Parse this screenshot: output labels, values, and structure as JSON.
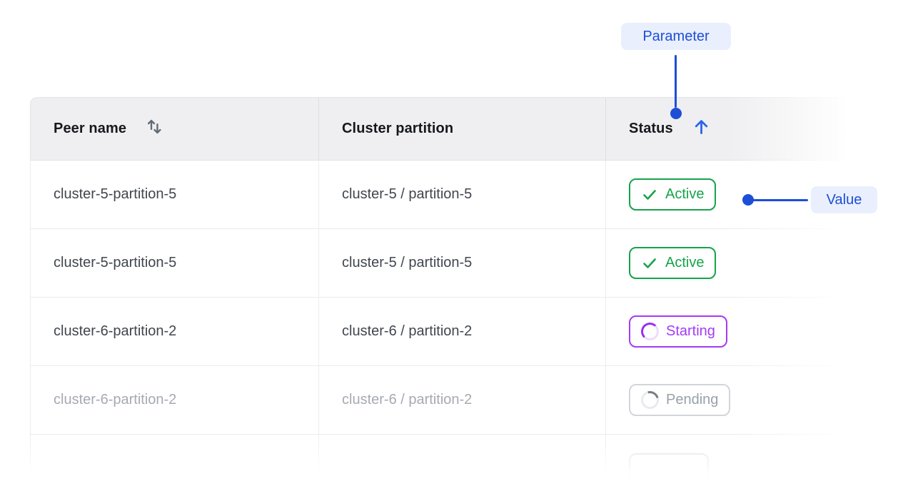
{
  "palette": {
    "accent_blue": "#1d4ed8",
    "annotation_bg": "#e9effc",
    "active_green": "#16a34a",
    "starting_purple": "#a43bf5",
    "pending_gray": "#9aa0a9",
    "header_bg": "#efeff1"
  },
  "annotations": {
    "parameter": {
      "label": "Parameter",
      "points_to": "status-column-header"
    },
    "value": {
      "label": "Value",
      "points_to": "first-active-status-badge"
    }
  },
  "table": {
    "columns": [
      {
        "label": "Peer name",
        "sort_state": "sortable",
        "icon": "sort-updown-icon"
      },
      {
        "label": "Cluster partition",
        "sort_state": "none",
        "icon": ""
      },
      {
        "label": "Status",
        "sort_state": "ascending",
        "icon": "arrow-up-icon"
      }
    ],
    "rows": [
      {
        "peer_name": "cluster-5-partition-5",
        "cluster_partition": "cluster-5 / partition-5",
        "status": "Active",
        "status_kind": "active",
        "status_icon": "check-icon",
        "faded": false
      },
      {
        "peer_name": "cluster-5-partition-5",
        "cluster_partition": "cluster-5 / partition-5",
        "status": "Active",
        "status_kind": "active",
        "status_icon": "check-icon",
        "faded": false
      },
      {
        "peer_name": "cluster-6-partition-2",
        "cluster_partition": "cluster-6 / partition-2",
        "status": "Starting",
        "status_kind": "starting",
        "status_icon": "spinner-icon",
        "faded": false
      },
      {
        "peer_name": "cluster-6-partition-2",
        "cluster_partition": "cluster-6 / partition-2",
        "status": "Pending",
        "status_kind": "pending",
        "status_icon": "spinner-icon",
        "faded": true
      },
      {
        "peer_name": "",
        "cluster_partition": "",
        "status": "",
        "status_kind": "partial",
        "status_icon": "",
        "faded": true
      }
    ]
  }
}
